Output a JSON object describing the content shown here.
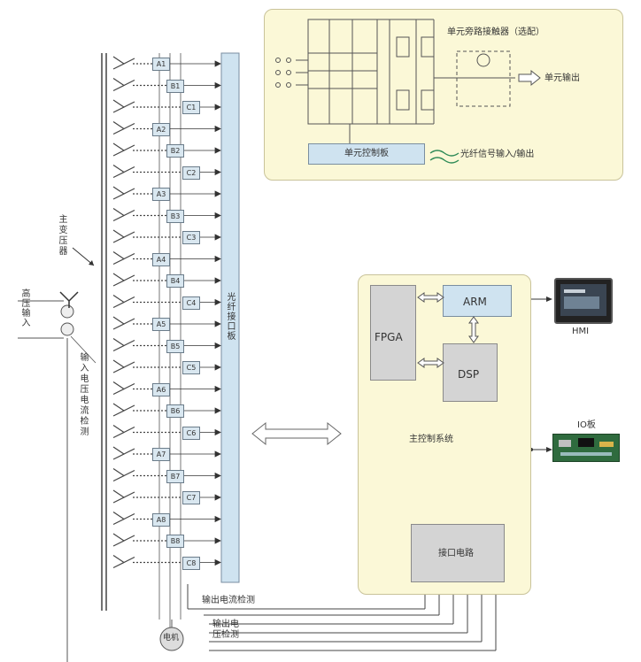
{
  "unit_panel": {
    "bypass_contactor_label": "单元旁路接触器（选配）",
    "unit_output_label": "单元输出",
    "unit_control_board_label": "单元控制板",
    "fiber_signal_label": "光纤信号输入/输出"
  },
  "transformer_label": "主变压器",
  "hv_input_label": "高压输入",
  "input_detect_label": "输入电压电流检测",
  "fiber_interface_label": "光纤接口板",
  "cells": [
    "A1",
    "B1",
    "C1",
    "A2",
    "B2",
    "C2",
    "A3",
    "B3",
    "C3",
    "A4",
    "B4",
    "C4",
    "A5",
    "B5",
    "C5",
    "A6",
    "B6",
    "C6",
    "A7",
    "B7",
    "C7",
    "A8",
    "B8",
    "C8"
  ],
  "output_current_label": "输出电流检测",
  "output_voltage_label": "输出电压检测",
  "motor_label": "电机",
  "main_control": {
    "fpga_label": "FPGA",
    "arm_label": "ARM",
    "dsp_label": "DSP",
    "system_label": "主控制系统",
    "interface_label": "接口电路"
  },
  "hmi_label": "HMI",
  "io_label": "IO板",
  "colors": {
    "panel_fill": "#fbf8d7",
    "blue_fill": "#cfe3f0",
    "grey_fill": "#d4d4d4"
  }
}
